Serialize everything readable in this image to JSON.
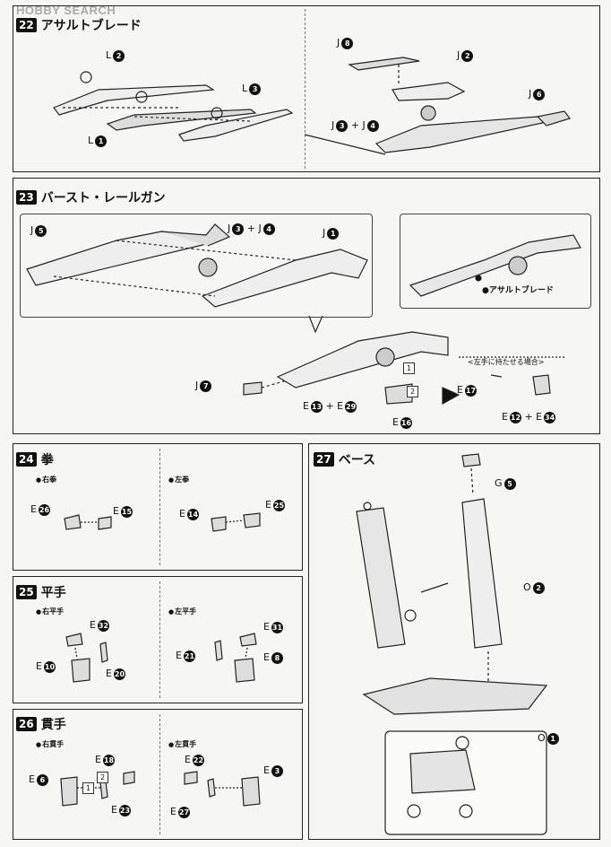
{
  "watermark": "HOBBY SEARCH",
  "s22": {
    "num": "22",
    "title": "アサルトブレード",
    "labels": [
      {
        "t": "L",
        "n": "2"
      },
      {
        "t": "L",
        "n": "3"
      },
      {
        "t": "L",
        "n": "1"
      },
      {
        "t": "J",
        "n": "8"
      },
      {
        "t": "J",
        "n": "2"
      },
      {
        "t": "J",
        "n": "6"
      },
      {
        "t": "J",
        "n": "3",
        "t2": "+ J",
        "n2": "4"
      }
    ]
  },
  "s23": {
    "num": "23",
    "title": "バースト・レールガン",
    "labels": [
      {
        "t": "J",
        "n": "5"
      },
      {
        "t": "J",
        "n": "3",
        "t2": "+ J",
        "n2": "4"
      },
      {
        "t": "J",
        "n": "1"
      },
      {
        "t": "J",
        "n": "7"
      },
      {
        "t": "E",
        "n": "13",
        "t2": "+ E",
        "n2": "29"
      },
      {
        "t": "E",
        "n": "16"
      },
      {
        "t": "E",
        "n": "17"
      },
      {
        "t": "E",
        "n": "12",
        "t2": "+ E",
        "n2": "34"
      }
    ],
    "assault_label": "アサルトブレード",
    "left_hand_note": "<左手に持たせる場合>",
    "step1": "1",
    "step2": "2"
  },
  "s24": {
    "num": "24",
    "title": "拳",
    "right": "右拳",
    "left": "左拳",
    "labels": [
      {
        "t": "E",
        "n": "26"
      },
      {
        "t": "E",
        "n": "15"
      },
      {
        "t": "E",
        "n": "14"
      },
      {
        "t": "E",
        "n": "25"
      }
    ]
  },
  "s25": {
    "num": "25",
    "title": "平手",
    "right": "右平手",
    "left": "左平手",
    "labels": [
      {
        "t": "E",
        "n": "32"
      },
      {
        "t": "E",
        "n": "10"
      },
      {
        "t": "E",
        "n": "20"
      },
      {
        "t": "E",
        "n": "31"
      },
      {
        "t": "E",
        "n": "21"
      },
      {
        "t": "E",
        "n": "8"
      }
    ]
  },
  "s26": {
    "num": "26",
    "title": "貫手",
    "right": "右貫手",
    "left": "左貫手",
    "labels": [
      {
        "t": "E",
        "n": "18"
      },
      {
        "t": "E",
        "n": "6"
      },
      {
        "t": "E",
        "n": "23"
      },
      {
        "t": "E",
        "n": "22"
      },
      {
        "t": "E",
        "n": "3"
      },
      {
        "t": "E",
        "n": "27"
      }
    ],
    "step1": "1",
    "step2": "2"
  },
  "s27": {
    "num": "27",
    "title": "ベース",
    "labels": [
      {
        "t": "G",
        "n": "5"
      },
      {
        "t": "O",
        "n": "2"
      },
      {
        "t": "O",
        "n": "1"
      }
    ]
  }
}
